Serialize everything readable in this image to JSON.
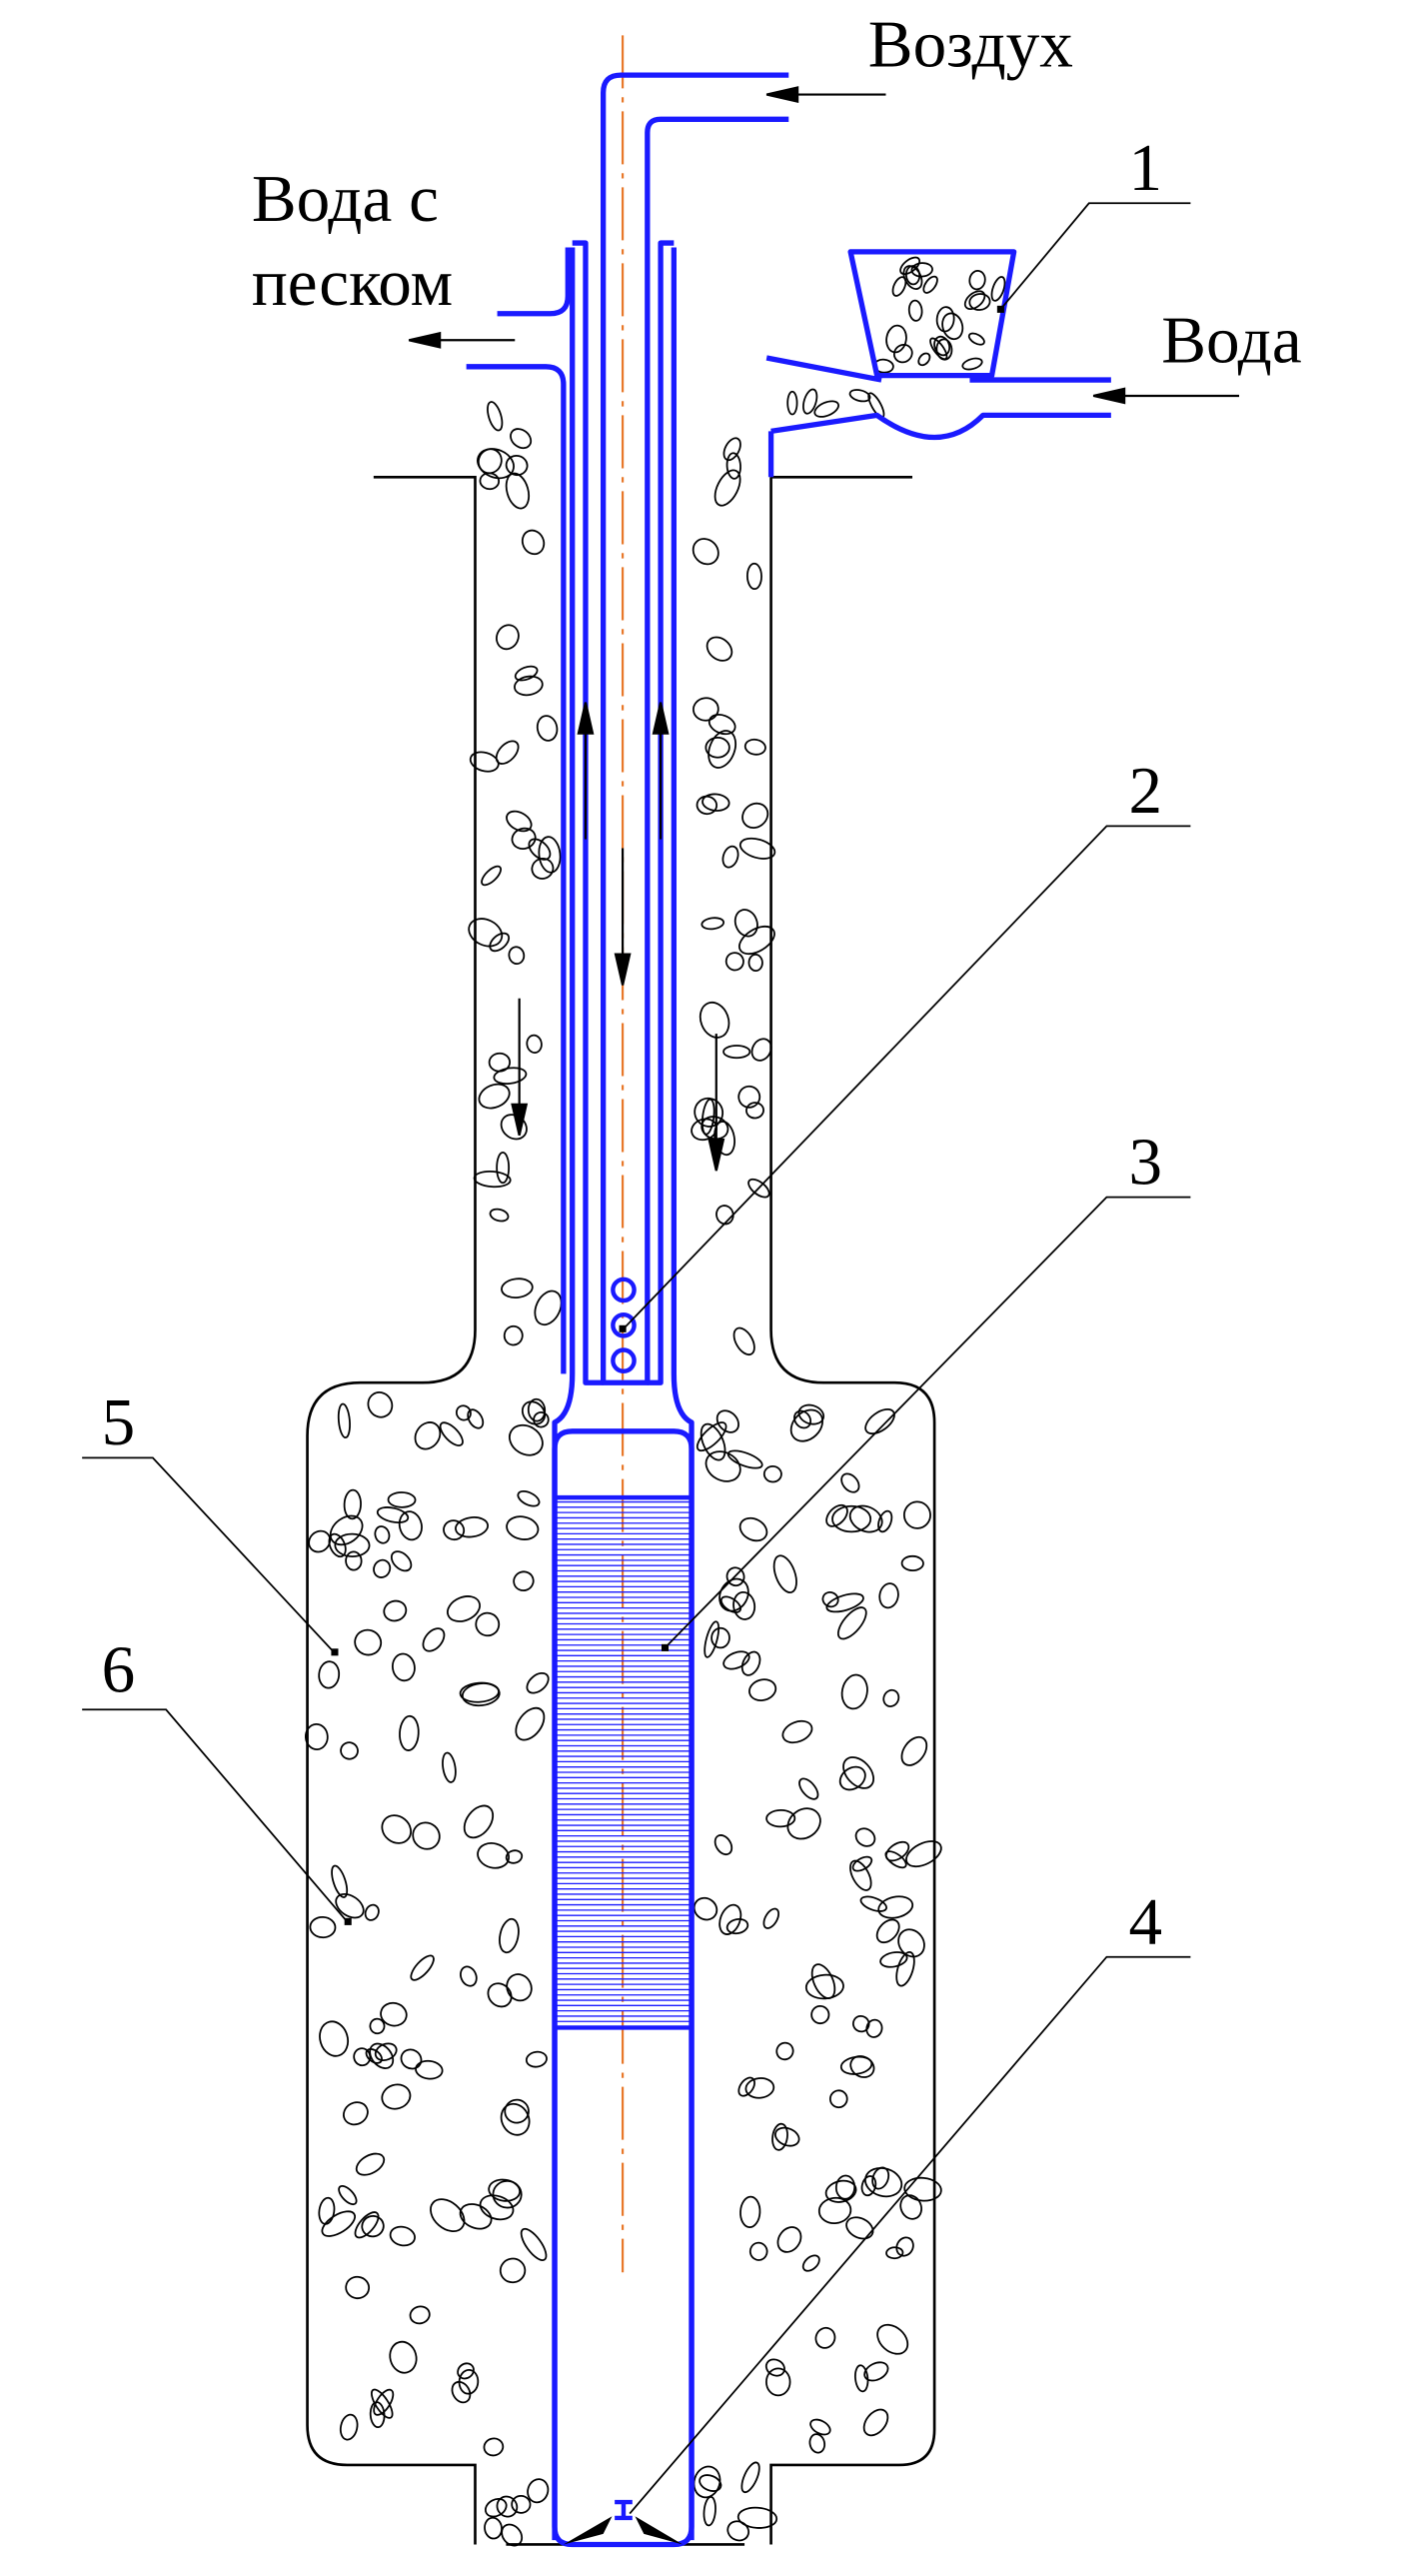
{
  "labels": {
    "air": "Воздух",
    "water_sand_line1": "Вода с",
    "water_sand_line2": "песком",
    "water": "Вода"
  },
  "callouts": [
    "1",
    "2",
    "3",
    "4",
    "5",
    "6"
  ],
  "colors": {
    "pipe": "#1a1aff",
    "axis": "#e8782a",
    "ink": "#000000",
    "background": "#ffffff"
  }
}
